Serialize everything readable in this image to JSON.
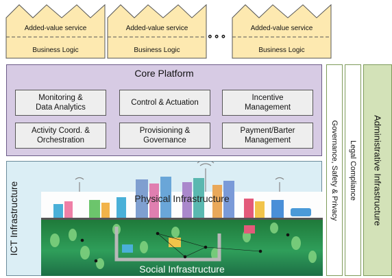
{
  "services": [
    {
      "top": "Added-value service",
      "bottom": "Business Logic"
    },
    {
      "top": "Added-value service",
      "bottom": "Business Logic"
    },
    {
      "top": "Added-value service",
      "bottom": "Business Logic"
    }
  ],
  "ellipsis": "∘∘∘",
  "core": {
    "title": "Core Platform",
    "boxes": [
      "Monitoring &\nData Analytics",
      "Control & Actuation",
      "Incentive\nManagement",
      "Activity Coord. &\nOrchestration",
      "Provisioning &\nGovernance",
      "Payment/Barter\nManagement"
    ]
  },
  "ict": {
    "label": "ICT Infrastructure",
    "physical": "Physical Infrastructure",
    "social": "Social Infrastructure"
  },
  "side": {
    "governance": "Governance, Safety & Privacy",
    "legal": "Legal Compliance",
    "admin": "Administrative Infrastructure"
  },
  "colors": {
    "service_fill": "#fde9b0",
    "core_fill": "#d7cbe4",
    "ict_fill": "#dbeef5",
    "admin_fill": "#d3e2b8",
    "social_green": "#2f9e5a"
  }
}
